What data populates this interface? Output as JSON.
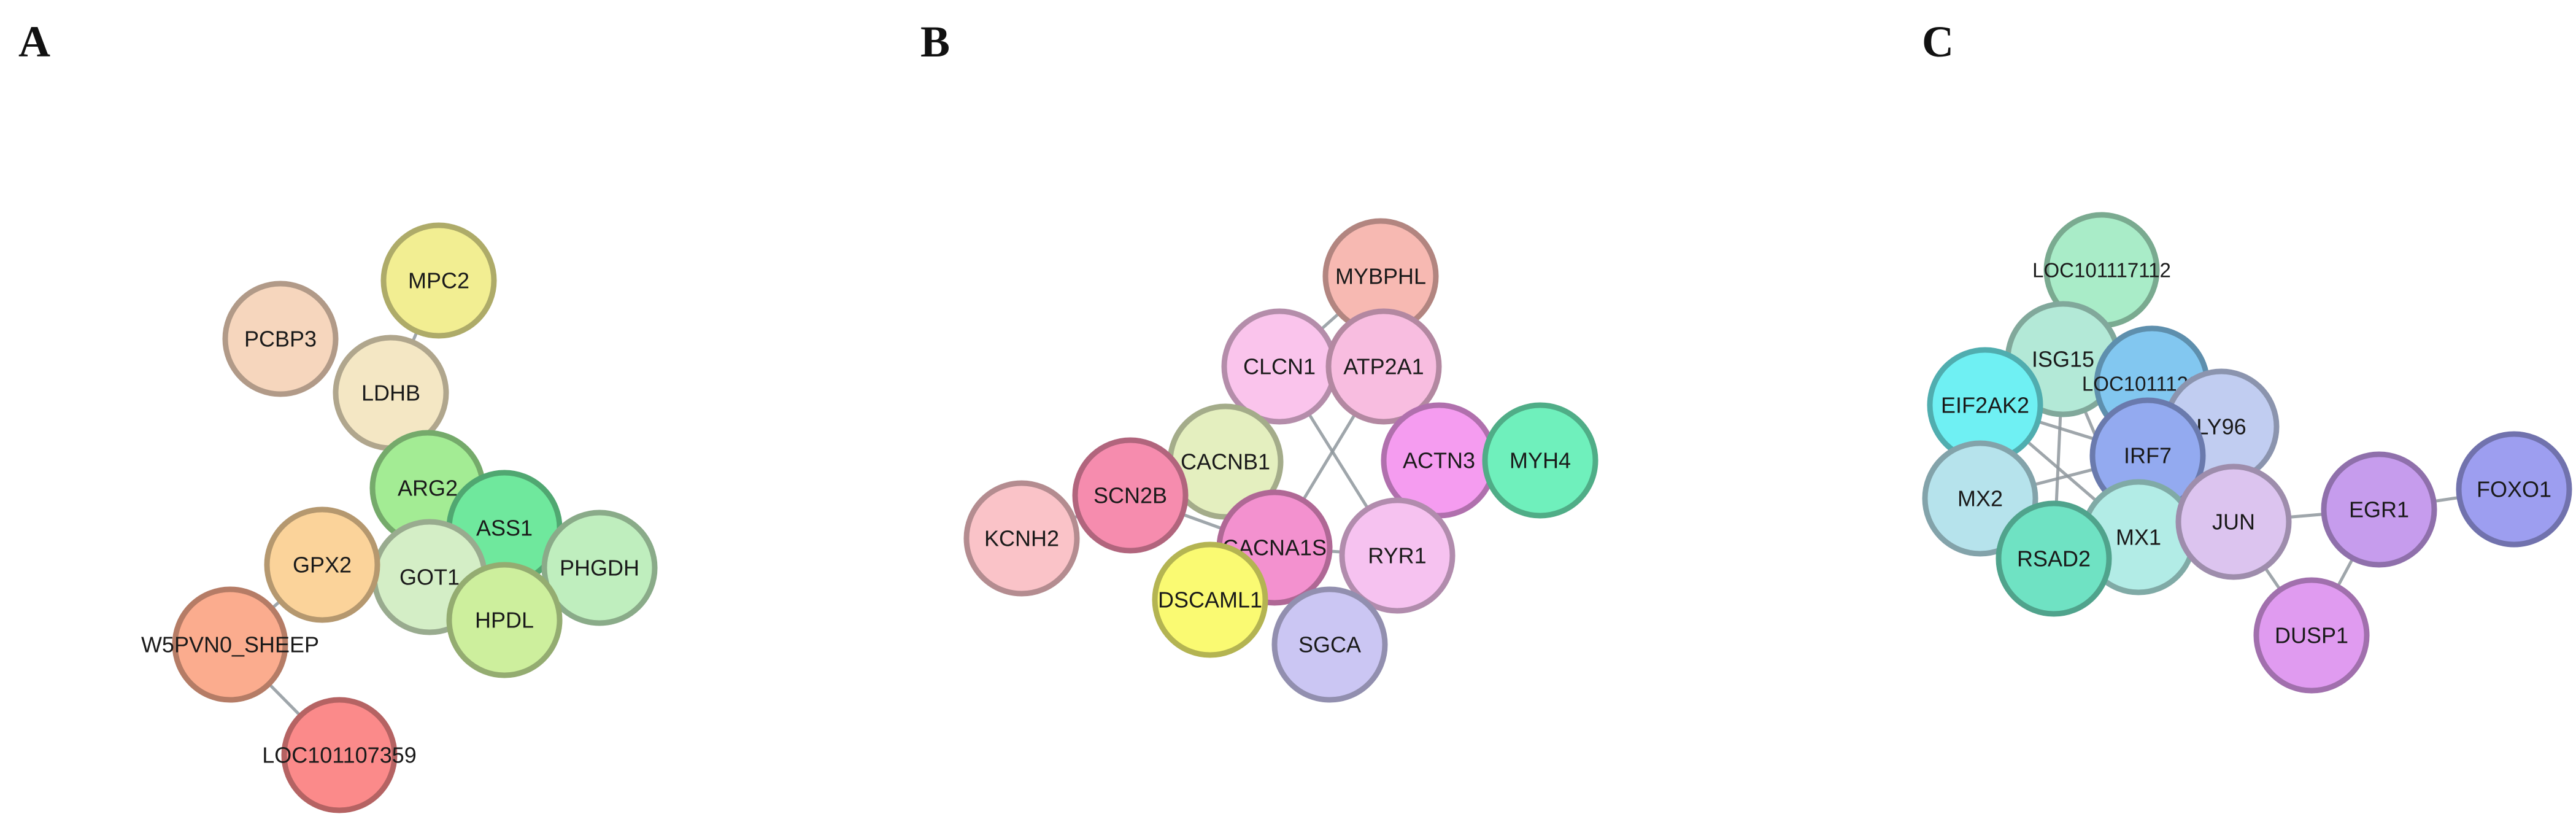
{
  "panels": [
    {
      "letter": "A",
      "nodes": [
        {
          "id": "MPC2",
          "label": "MPC2",
          "color": "#f2ee92"
        },
        {
          "id": "PCBP3",
          "label": "PCBP3",
          "color": "#f6d6bd"
        },
        {
          "id": "LDHB",
          "label": "LDHB",
          "color": "#f4e7c4"
        },
        {
          "id": "ARG2",
          "label": "ARG2",
          "color": "#a3ec94"
        },
        {
          "id": "ASS1",
          "label": "ASS1",
          "color": "#6fe89d"
        },
        {
          "id": "GOT1",
          "label": "GOT1",
          "color": "#d4eec6"
        },
        {
          "id": "PHGDH",
          "label": "PHGDH",
          "color": "#bfeebe"
        },
        {
          "id": "HPDL",
          "label": "HPDL",
          "color": "#cdef9d"
        },
        {
          "id": "GPX2",
          "label": "GPX2",
          "color": "#fbd39a"
        },
        {
          "id": "W5PVN0_SHEEP",
          "label": "W5PVN0_SHEEP",
          "color": "#fbac8e"
        },
        {
          "id": "LOC101107359",
          "label": "LOC101107359",
          "color": "#fb8a8a"
        }
      ],
      "edges": [
        [
          "MPC2",
          "LDHB"
        ],
        [
          "LDHB",
          "ARG2"
        ],
        [
          "ARG2",
          "ASS1"
        ],
        [
          "ARG2",
          "GOT1"
        ],
        [
          "ASS1",
          "GOT1"
        ],
        [
          "ASS1",
          "PHGDH"
        ],
        [
          "ASS1",
          "HPDL"
        ],
        [
          "GOT1",
          "HPDL"
        ],
        [
          "GOT1",
          "GPX2"
        ],
        [
          "GPX2",
          "W5PVN0_SHEEP"
        ],
        [
          "W5PVN0_SHEEP",
          "LOC101107359"
        ]
      ]
    },
    {
      "letter": "B",
      "nodes": [
        {
          "id": "MYBPHL",
          "label": "MYBPHL",
          "color": "#f7b9b2"
        },
        {
          "id": "CLCN1",
          "label": "CLCN1",
          "color": "#fac4ec"
        },
        {
          "id": "ATP2A1",
          "label": "ATP2A1",
          "color": "#f8bde0"
        },
        {
          "id": "ACTN3",
          "label": "ACTN3",
          "color": "#f59cf0"
        },
        {
          "id": "MYH4",
          "label": "MYH4",
          "color": "#6ff0bc"
        },
        {
          "id": "CACNB1",
          "label": "CACNB1",
          "color": "#e4efbf"
        },
        {
          "id": "SCN2B",
          "label": "SCN2B",
          "color": "#f68cae"
        },
        {
          "id": "KCNH2",
          "label": "KCNH2",
          "color": "#fac3c8"
        },
        {
          "id": "CACNA1S",
          "label": "CACNA1S",
          "color": "#f391cf"
        },
        {
          "id": "RYR1",
          "label": "RYR1",
          "color": "#f6c2f0"
        },
        {
          "id": "DSCAML1",
          "label": "DSCAML1",
          "color": "#fafa72"
        },
        {
          "id": "SGCA",
          "label": "SGCA",
          "color": "#cbc6f3"
        }
      ],
      "edges": [
        [
          "MYBPHL",
          "CLCN1"
        ],
        [
          "MYBPHL",
          "ATP2A1"
        ],
        [
          "CLCN1",
          "ATP2A1"
        ],
        [
          "CLCN1",
          "CACNB1"
        ],
        [
          "CLCN1",
          "RYR1"
        ],
        [
          "ATP2A1",
          "ACTN3"
        ],
        [
          "ATP2A1",
          "CACNA1S"
        ],
        [
          "ACTN3",
          "MYH4"
        ],
        [
          "ACTN3",
          "RYR1"
        ],
        [
          "CACNB1",
          "SCN2B"
        ],
        [
          "CACNB1",
          "CACNA1S"
        ],
        [
          "SCN2B",
          "KCNH2"
        ],
        [
          "SCN2B",
          "CACNA1S"
        ],
        [
          "CACNA1S",
          "RYR1"
        ],
        [
          "CACNA1S",
          "DSCAML1"
        ],
        [
          "CACNA1S",
          "SGCA"
        ],
        [
          "RYR1",
          "SGCA"
        ]
      ]
    },
    {
      "letter": "C",
      "nodes": [
        {
          "id": "LOC101117112",
          "label": "LOC101117112",
          "color": "#a9ecc8"
        },
        {
          "id": "ISG15",
          "label": "ISG15",
          "color": "#b3e9d7"
        },
        {
          "id": "LOC101112936",
          "label": "LOC101112936",
          "color": "#82c7f0"
        },
        {
          "id": "EIF2AK2",
          "label": "EIF2AK2",
          "color": "#6ff0f3"
        },
        {
          "id": "LY96",
          "label": "LY96",
          "color": "#c1cdf1"
        },
        {
          "id": "IRF7",
          "label": "IRF7",
          "color": "#93aaf0"
        },
        {
          "id": "MX2",
          "label": "MX2",
          "color": "#b6e3ec"
        },
        {
          "id": "MX1",
          "label": "MX1",
          "color": "#b2ece6"
        },
        {
          "id": "JUN",
          "label": "JUN",
          "color": "#dcc4ef"
        },
        {
          "id": "EGR1",
          "label": "EGR1",
          "color": "#c69ced"
        },
        {
          "id": "FOXO1",
          "label": "FOXO1",
          "color": "#9d9ef0"
        },
        {
          "id": "RSAD2",
          "label": "RSAD2",
          "color": "#6fe2c3"
        },
        {
          "id": "DUSP1",
          "label": "DUSP1",
          "color": "#e09bf0"
        }
      ],
      "edges": [
        [
          "LOC101117112",
          "ISG15"
        ],
        [
          "ISG15",
          "EIF2AK2"
        ],
        [
          "ISG15",
          "LOC101112936"
        ],
        [
          "ISG15",
          "MX2"
        ],
        [
          "ISG15",
          "MX1"
        ],
        [
          "ISG15",
          "RSAD2"
        ],
        [
          "EIF2AK2",
          "MX2"
        ],
        [
          "EIF2AK2",
          "MX1"
        ],
        [
          "EIF2AK2",
          "RSAD2"
        ],
        [
          "EIF2AK2",
          "IRF7"
        ],
        [
          "MX2",
          "IRF7"
        ],
        [
          "MX2",
          "RSAD2"
        ],
        [
          "MX2",
          "MX1"
        ],
        [
          "MX1",
          "IRF7"
        ],
        [
          "RSAD2",
          "IRF7"
        ],
        [
          "IRF7",
          "JUN"
        ],
        [
          "JUN",
          "EGR1"
        ],
        [
          "JUN",
          "DUSP1"
        ],
        [
          "EGR1",
          "FOXO1"
        ],
        [
          "EGR1",
          "DUSP1"
        ]
      ]
    }
  ]
}
